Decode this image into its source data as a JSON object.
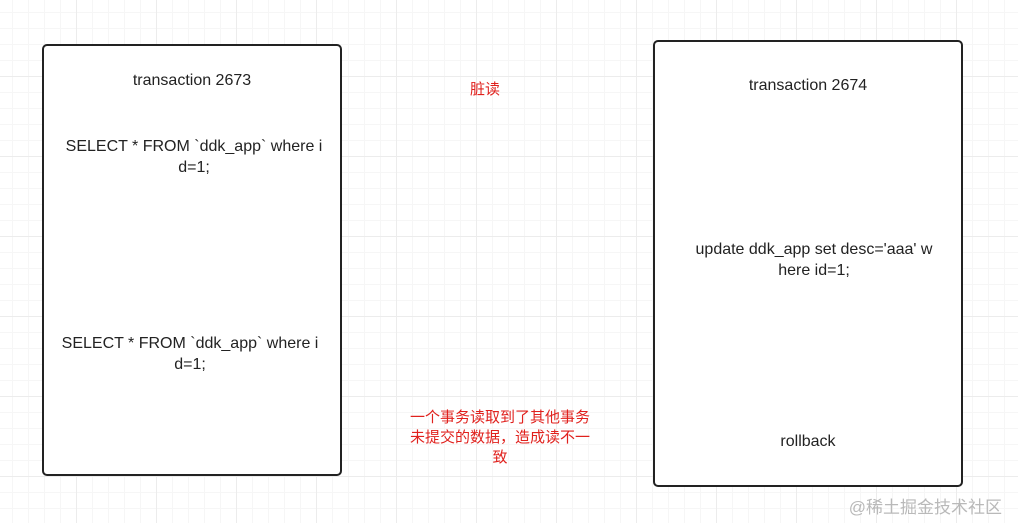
{
  "transactions": [
    {
      "title": "transaction  2673",
      "queries": [
        "SELECT * FROM `ddk_app` where i\nd=1;",
        "SELECT * FROM `ddk_app` where i\nd=1;"
      ]
    },
    {
      "title": "transaction  2674",
      "update": "update ddk_app set desc='aaa' w\nhere id=1;",
      "rollback": "rollback"
    }
  ],
  "notes": {
    "title": "脏读",
    "description": "一个事务读取到了其他事务\n未提交的数据，造成读不一\n致"
  },
  "watermark": "@稀土掘金技术社区",
  "colors": {
    "note_text": "#e0211d",
    "box_border": "#222222",
    "grid": "#ececec"
  }
}
